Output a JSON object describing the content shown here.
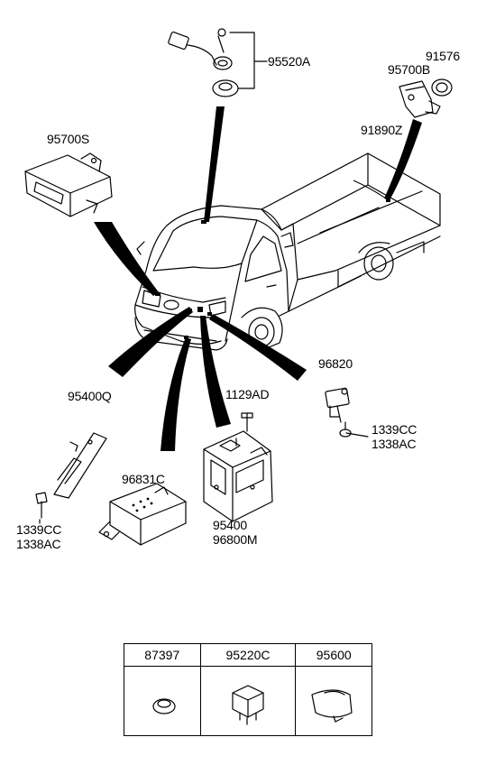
{
  "callouts": {
    "p95520A": "95520A",
    "p91576": "91576",
    "p95700B": "95700B",
    "p95700S": "95700S",
    "p91890Z": "91890Z",
    "p96820": "96820",
    "p95400Q": "95400Q",
    "p1129AD": "1129AD",
    "p1339CC_right": "1339CC",
    "p1338AC_right": "1338AC",
    "p96831C": "96831C",
    "p95400": "95400",
    "p96800M": "96800M",
    "p1339CC_left": "1339CC",
    "p1338AC_left": "1338AC"
  },
  "parts_table": {
    "columns": [
      "87397",
      "95220C",
      "95600"
    ]
  }
}
